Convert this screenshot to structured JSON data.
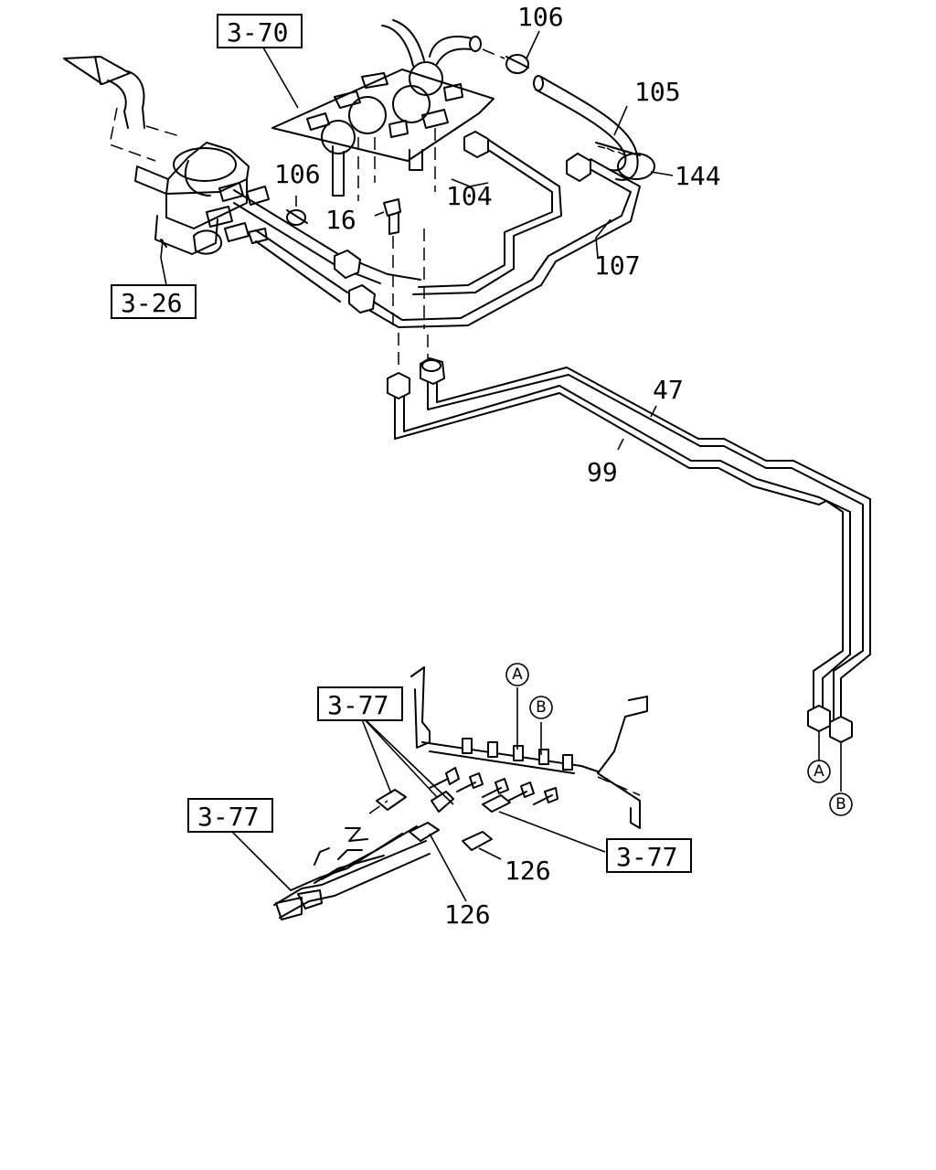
{
  "references": {
    "ref_3_70": "3-70",
    "ref_3_26": "3-26",
    "ref_3_77_a": "3-77",
    "ref_3_77_b": "3-77",
    "ref_3_77_c": "3-77"
  },
  "callouts": {
    "p106_top": "106",
    "p105": "105",
    "p144": "144",
    "p106_left": "106",
    "p104": "104",
    "p16": "16",
    "p107": "107",
    "p47": "47",
    "p99": "99",
    "p126_right": "126",
    "p126_bottom": "126"
  },
  "connection_markers": {
    "a_top": "A",
    "b_top": "B",
    "a_bottom": "A",
    "b_bottom": "B"
  }
}
